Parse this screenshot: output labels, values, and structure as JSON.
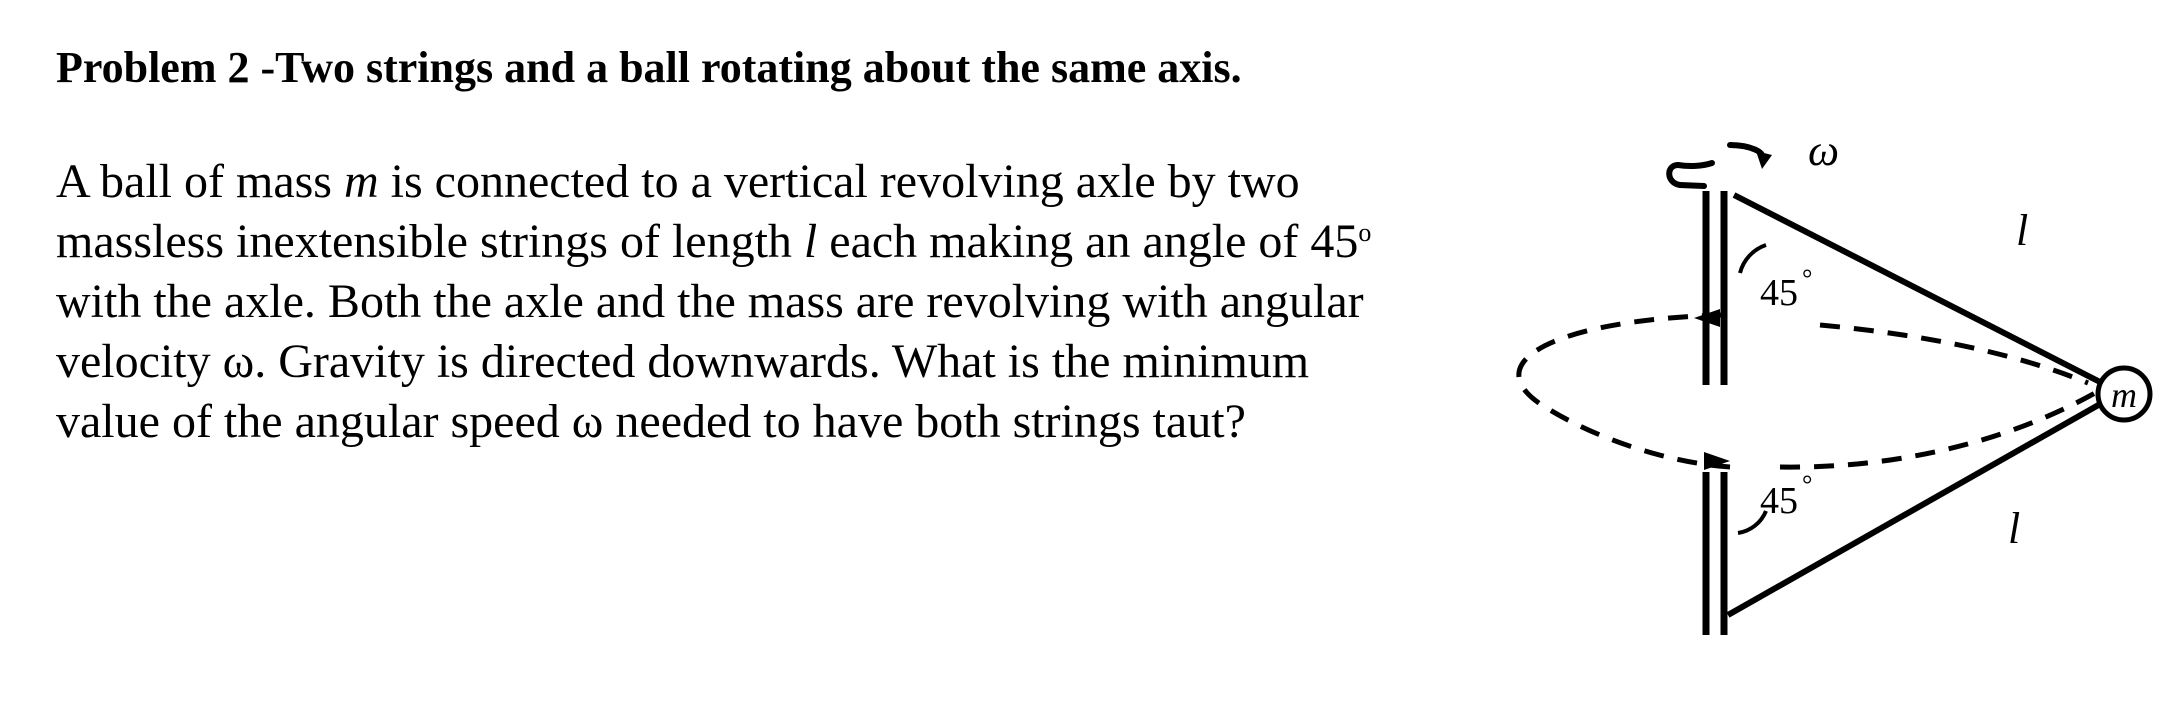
{
  "title": "Problem 2 -Two strings and a ball rotating about the same axis.",
  "body": {
    "line1": {
      "pre": "A ball of mass ",
      "mass_symbol": "m",
      "post": " is connected to a vertical revolving axle by two"
    },
    "line2": {
      "pre": "massless inextensible strings of length ",
      "length_symbol": "l",
      "post": " each making an angle of 45",
      "degree": "o"
    },
    "line3": "with the axle. Both the axle and the mass are revolving with angular",
    "line4": "velocity ω. Gravity is directed downwards. What is the minimum",
    "line5": "value of the angular speed ω needed to have both strings taut?"
  },
  "figure": {
    "omega_label": "ω",
    "upper_length_label": "l",
    "lower_length_label": "l",
    "upper_angle_label": "45",
    "lower_angle_label": "45",
    "degree_mark": "°",
    "mass_label": "m"
  }
}
